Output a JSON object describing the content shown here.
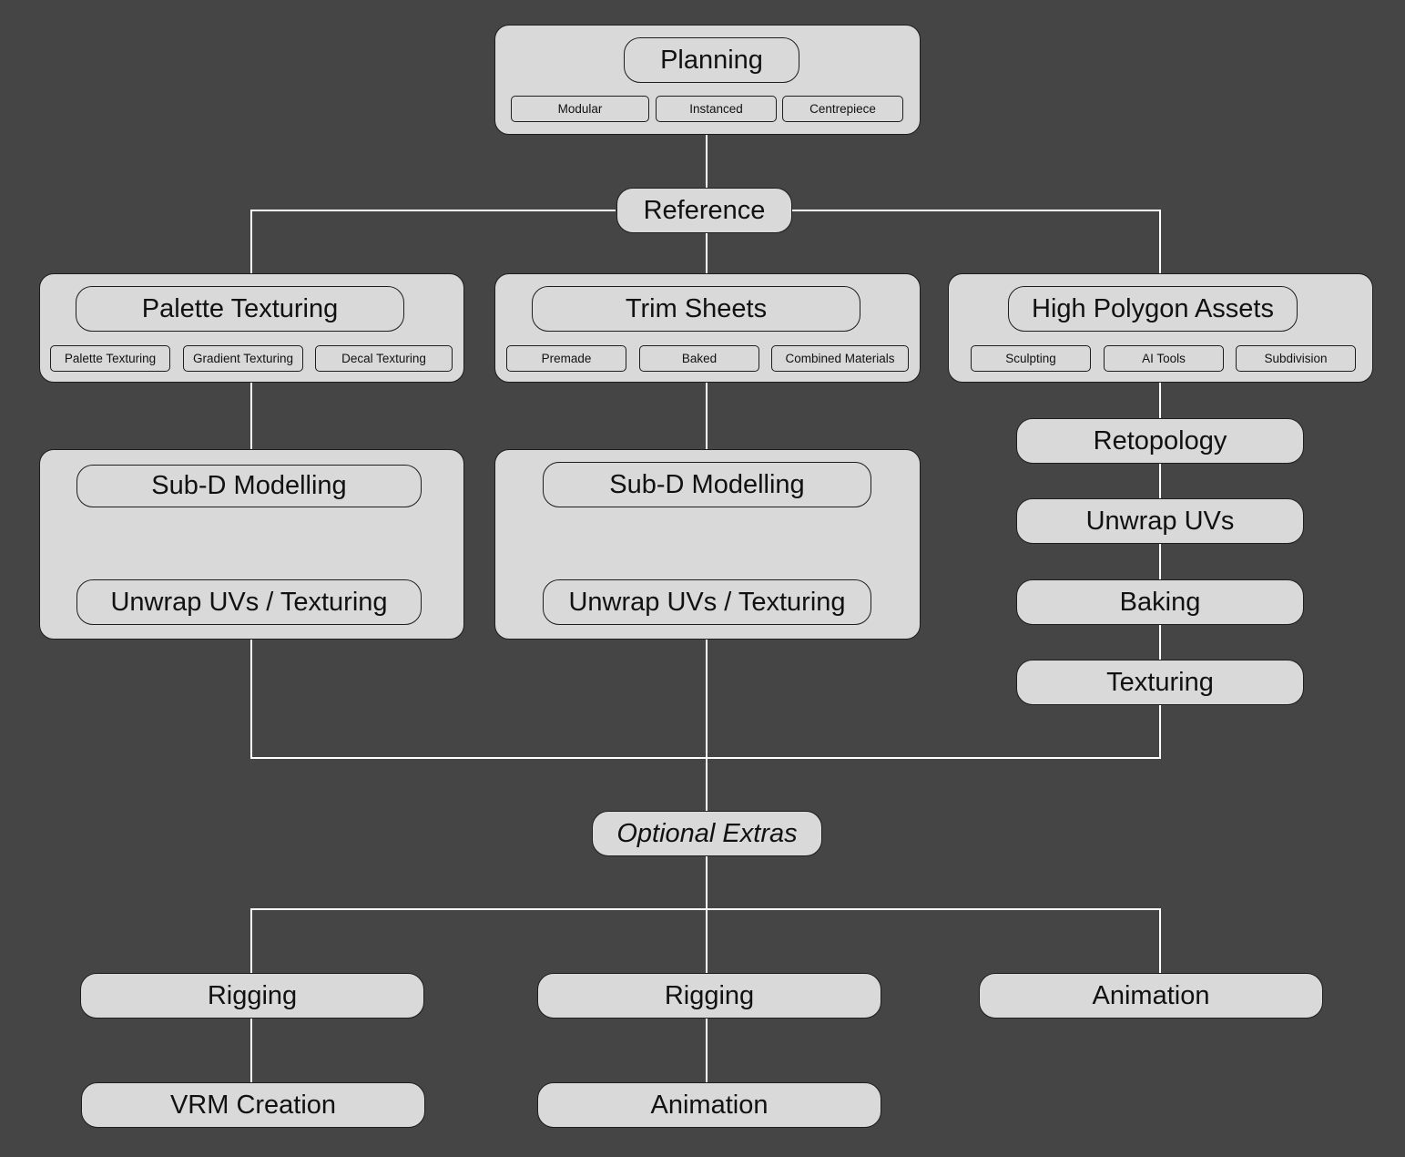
{
  "planning": {
    "title": "Planning",
    "tags": [
      "Modular",
      "Instanced",
      "Centrepiece"
    ]
  },
  "reference": "Reference",
  "palette": {
    "title": "Palette Texturing",
    "tags": [
      "Palette Texturing",
      "Gradient Texturing",
      "Decal Texturing"
    ],
    "steps": [
      "Sub-D Modelling",
      "Unwrap UVs / Texturing"
    ]
  },
  "trim": {
    "title": "Trim Sheets",
    "tags": [
      "Premade",
      "Baked",
      "Combined Materials"
    ],
    "steps": [
      "Sub-D Modelling",
      "Unwrap UVs / Texturing"
    ]
  },
  "highpoly": {
    "title": "High Polygon Assets",
    "tags": [
      "Sculpting",
      "AI Tools",
      "Subdivision"
    ],
    "steps": [
      "Retopology",
      "Unwrap UVs",
      "Baking",
      "Texturing"
    ]
  },
  "optional": "Optional Extras",
  "extras": {
    "left": [
      "Rigging",
      "VRM Creation"
    ],
    "middle": [
      "Rigging",
      "Animation"
    ],
    "right": [
      "Animation"
    ]
  }
}
